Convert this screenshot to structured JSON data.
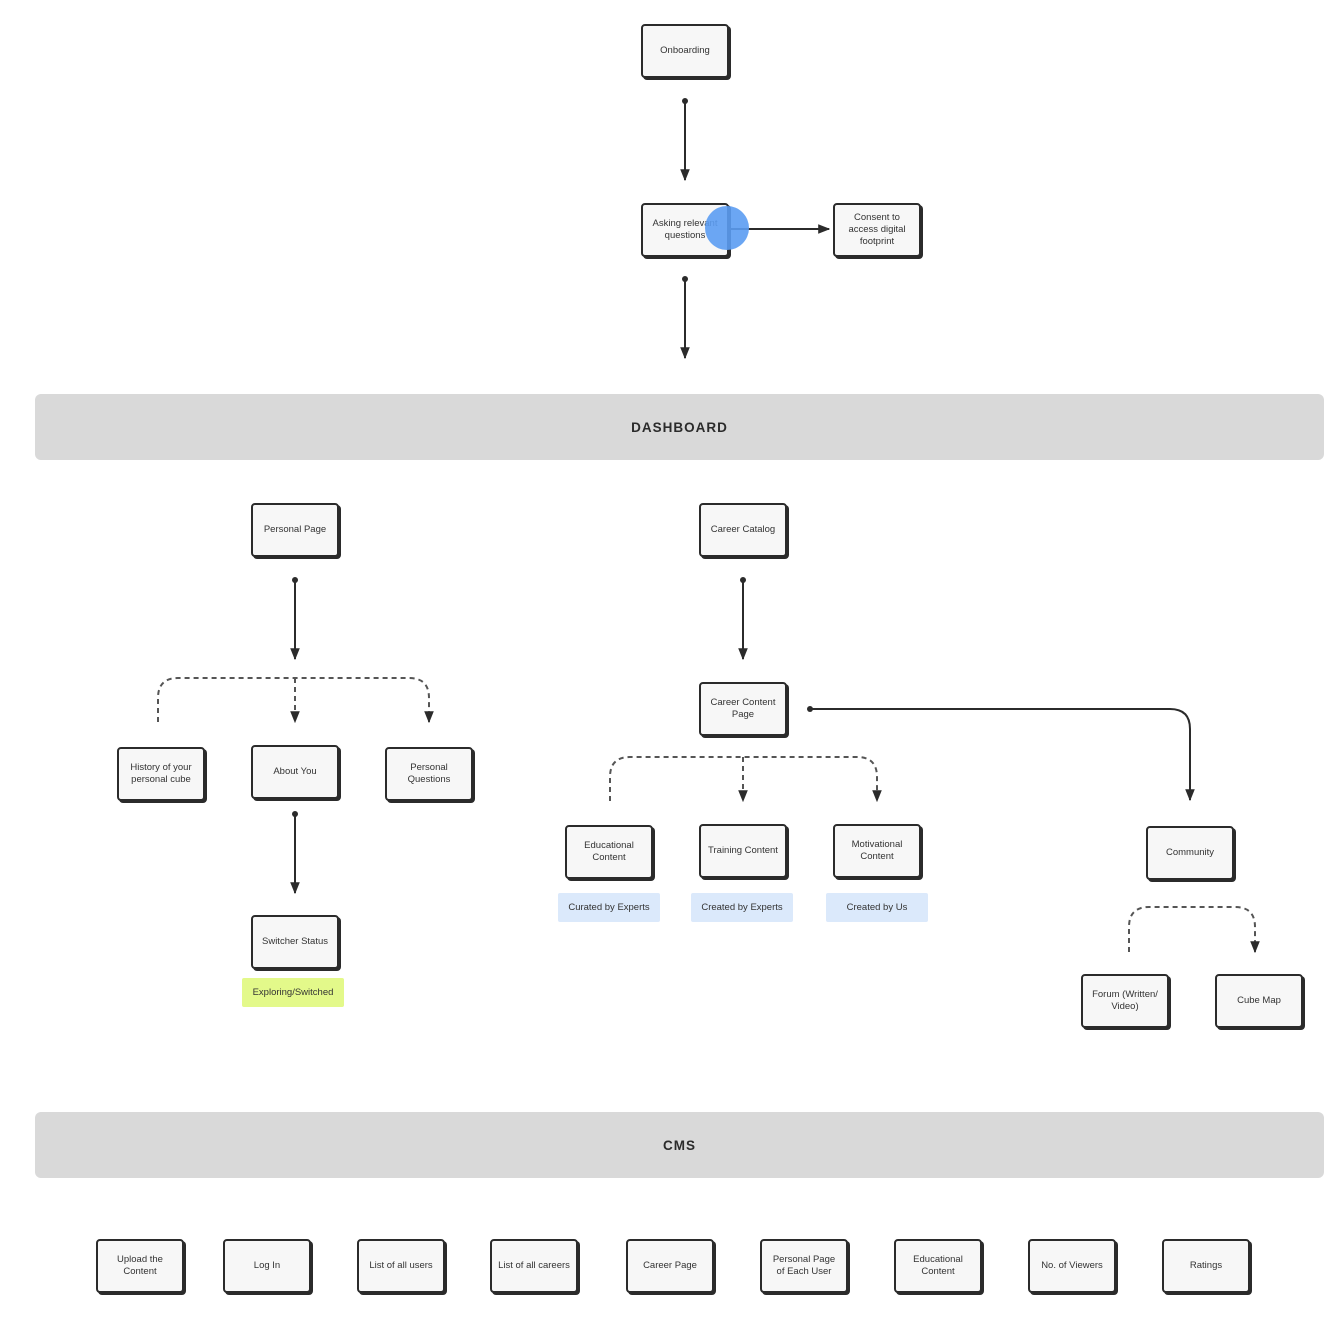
{
  "top_flow": {
    "onboarding": "Onboarding",
    "asking_questions": "Asking relevant questions",
    "consent": "Consent to access digital footprint"
  },
  "sections": {
    "dashboard": "DASHBOARD",
    "cms": "CMS"
  },
  "personal": {
    "personal_page": "Personal Page",
    "history": "History of your personal cube",
    "about_you": "About You",
    "personal_questions": "Personal Questions",
    "switcher_status": "Switcher Status",
    "switcher_tag": "Exploring/Switched"
  },
  "career": {
    "catalog": "Career Catalog",
    "content_page": "Career Content Page",
    "educational": "Educational Content",
    "training": "Training Content",
    "motivational": "Motivational Content",
    "tag_curated": "Curated by Experts",
    "tag_created_experts": "Created by Experts",
    "tag_created_us": "Created by Us"
  },
  "community": {
    "community": "Community",
    "forum": "Forum (Written/ Video)",
    "cube_map": "Cube Map"
  },
  "cms_items": [
    "Upload the Content",
    "Log In",
    "List of all users",
    "List of all careers",
    "Career Page",
    "Personal Page of Each User",
    "Educational Content",
    "No. of Viewers",
    "Ratings"
  ],
  "colors": {
    "band": "#d9d9d9",
    "node_border": "#2b2b2b",
    "tag_blue": "#dbe9fb",
    "tag_lime": "#e3f98a",
    "cursor": "#5b9cf2"
  }
}
